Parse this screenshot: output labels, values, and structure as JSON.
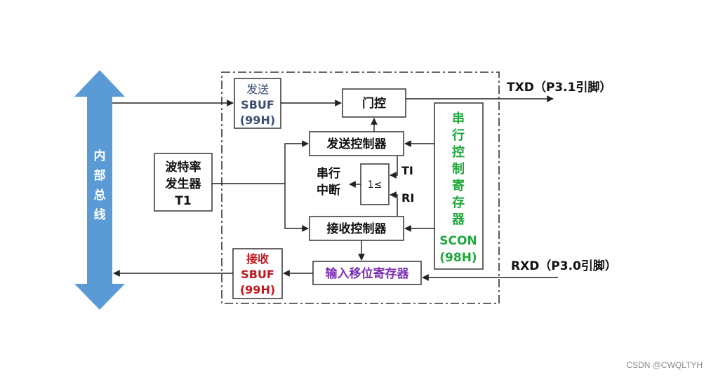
{
  "bus": {
    "label": "内部总线",
    "color": "#5b9bd5"
  },
  "send_sbuf": {
    "line1": "发送",
    "line2": "SBUF",
    "line3": "(99H)",
    "color": "#3b4f73"
  },
  "gate": {
    "label": "门控"
  },
  "send_controller": {
    "label": "发送控制器"
  },
  "baud": {
    "line1": "波特率",
    "line2": "发生器",
    "line3": "T1"
  },
  "serial_interrupt": {
    "line1": "串行",
    "line2": "中断"
  },
  "or_gate": {
    "label": "1≤"
  },
  "ti_label": "TI",
  "ri_label": "RI",
  "recv_controller": {
    "label": "接收控制器"
  },
  "scon": {
    "chars": [
      "串",
      "行",
      "控",
      "制",
      "寄",
      "存",
      "器"
    ],
    "line2": "SCON",
    "line3": "(98H)",
    "color": "#1fa83c"
  },
  "recv_sbuf": {
    "line1": "接收",
    "line2": "SBUF",
    "line3": "(99H)",
    "color": "#c0181e"
  },
  "input_shift": {
    "label": "输入移位寄存器",
    "color": "#7a2fb0"
  },
  "txd": {
    "label": "TXD（P3.1引脚）"
  },
  "rxd": {
    "label": "RXD（P3.0引脚）"
  },
  "watermark": "CSDN @CWQLTYH"
}
